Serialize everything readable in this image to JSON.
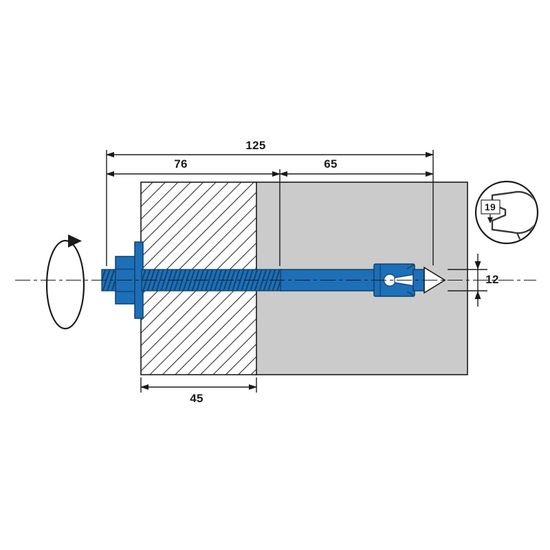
{
  "diagram": {
    "type": "anchor-bolt-installation-cross-section",
    "labels": {
      "dim_total_length": "125",
      "dim_thread_length": "76",
      "dim_embedment_depth": "65",
      "dim_fixture_thickness": "45",
      "dim_diameter": "12",
      "wrench_size": "19"
    },
    "colors": {
      "anchor_blue": "#1d6fb8",
      "anchor_blue_dark": "#0f416b",
      "block_gray": "#cbcbcb",
      "hatch_line": "#2a2a2a",
      "line": "#1a1a1a",
      "background": "#ffffff"
    }
  }
}
